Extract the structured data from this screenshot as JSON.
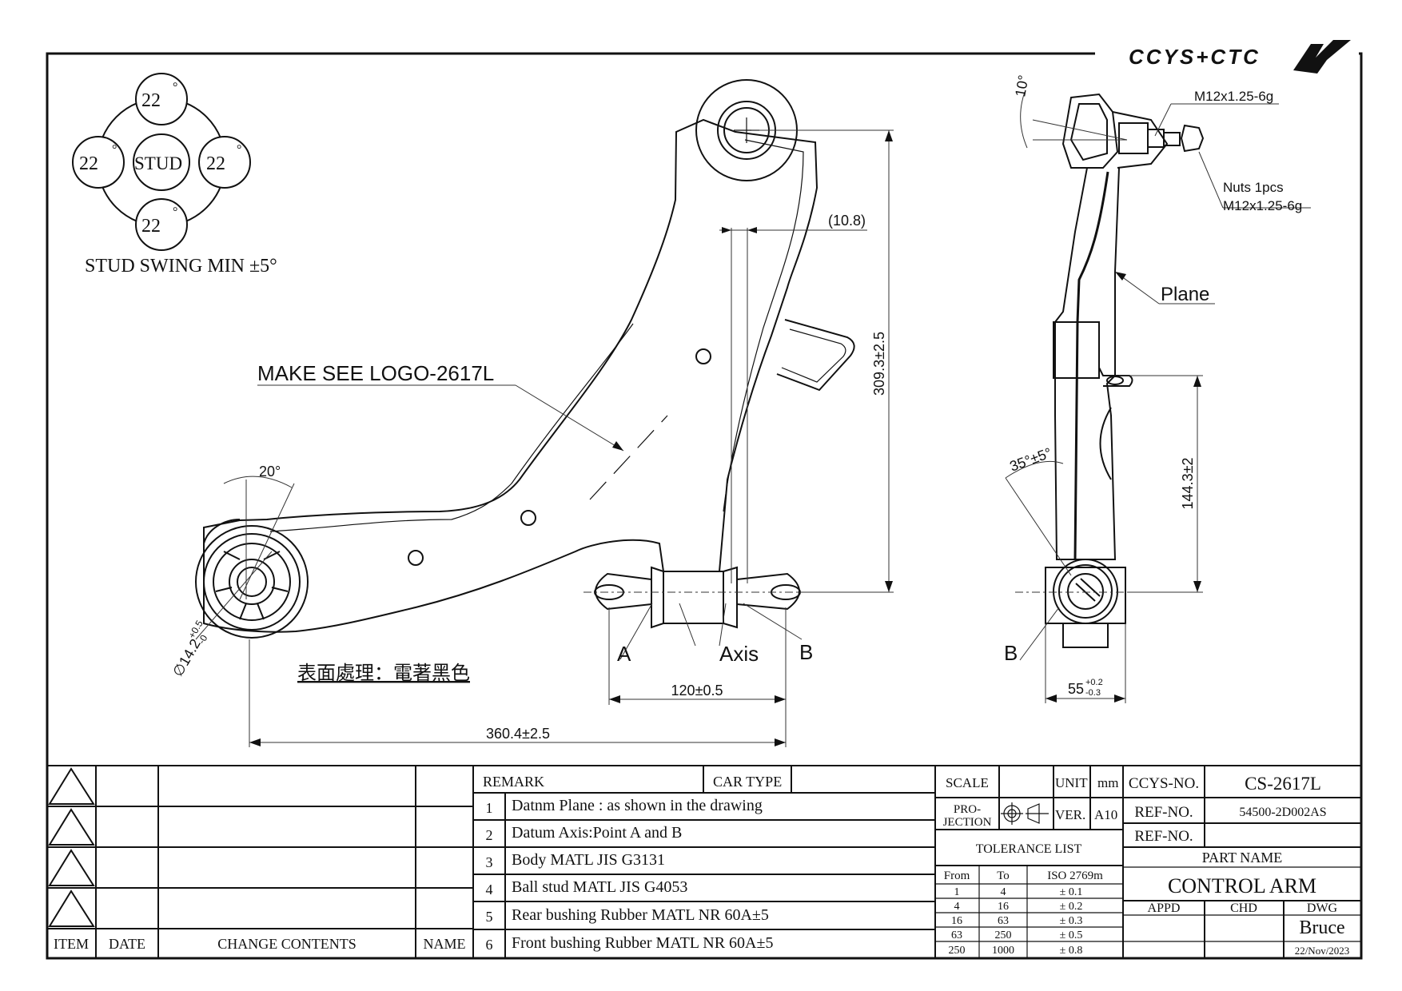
{
  "brand": {
    "logo_text": "CCYS+CTC"
  },
  "swing_diagram": {
    "center": "STUD",
    "angles": [
      "22",
      "22",
      "22",
      "22"
    ],
    "degree_mark": "°",
    "caption": "STUD SWING MIN ±5°"
  },
  "annotations": {
    "logo_note": "MAKE SEE LOGO-2617L",
    "surface_note": "表面處理：電著黑色",
    "angle_20": "20°",
    "bore_dia": "∅14.2",
    "bore_tol_upper": "+0.5",
    "bore_tol_lower": "-0",
    "dim_10_8": "(10.8)",
    "dim_309": "309.3±2.5",
    "dim_120": "120±0.5",
    "dim_360": "360.4±2.5",
    "point_a": "A",
    "point_b": "B",
    "axis_label": "Axis",
    "side_angle_10": "10°",
    "side_thread": "M12x1.25-6g",
    "side_nuts": "Nuts 1pcs",
    "side_nut_thread": "M12x1.25-6g",
    "side_plane": "Plane",
    "side_angle_35": "35°±5°",
    "side_dim_144": "144.3±2",
    "side_dim_55": "55",
    "side_dim_55_upper": "+0.2",
    "side_dim_55_lower": "-0.3",
    "side_point_b": "B"
  },
  "revision_table": {
    "headers": [
      "ITEM",
      "DATE",
      "CHANGE CONTENTS",
      "NAME"
    ]
  },
  "remarks": {
    "header": "REMARK",
    "car_type_label": "CAR TYPE",
    "rows": [
      {
        "no": "1",
        "text": "Datnm Plane : as shown in the drawing"
      },
      {
        "no": "2",
        "text": "Datum Axis:Point A and B"
      },
      {
        "no": "3",
        "text": "Body MATL JIS G3131"
      },
      {
        "no": "4",
        "text": "Ball stud MATL JIS G4053"
      },
      {
        "no": "5",
        "text": "Rear bushing Rubber MATL NR 60A±5"
      },
      {
        "no": "6",
        "text": "Front bushing Rubber MATL NR 60A±5"
      }
    ]
  },
  "spec": {
    "scale_label": "SCALE",
    "unit_label": "UNIT",
    "unit_value": "mm",
    "projection_label_1": "PRO-",
    "projection_label_2": "JECTION",
    "ver_label": "VER.",
    "ver_value": "A10",
    "tolerance_title": "TOLERANCE LIST",
    "tolerance_headers": [
      "From",
      "To",
      "ISO 2769m"
    ],
    "tolerance_rows": [
      [
        "1",
        "4",
        "± 0.1"
      ],
      [
        "4",
        "16",
        "± 0.2"
      ],
      [
        "16",
        "63",
        "± 0.3"
      ],
      [
        "63",
        "250",
        "± 0.5"
      ],
      [
        "250",
        "1000",
        "± 0.8"
      ]
    ]
  },
  "title_block": {
    "ccys_no_label": "CCYS-NO.",
    "ccys_no_value": "CS-2617L",
    "ref_no_label_1": "REF-NO.",
    "ref_no_value_1": "54500-2D002AS",
    "ref_no_label_2": "REF-NO.",
    "ref_no_value_2": "",
    "part_name_label": "PART NAME",
    "part_name_value": "CONTROL ARM",
    "appd_label": "APPD",
    "chd_label": "CHD",
    "dwg_label": "DWG",
    "drawn_by": "Bruce",
    "date": "22/Nov/2023"
  }
}
